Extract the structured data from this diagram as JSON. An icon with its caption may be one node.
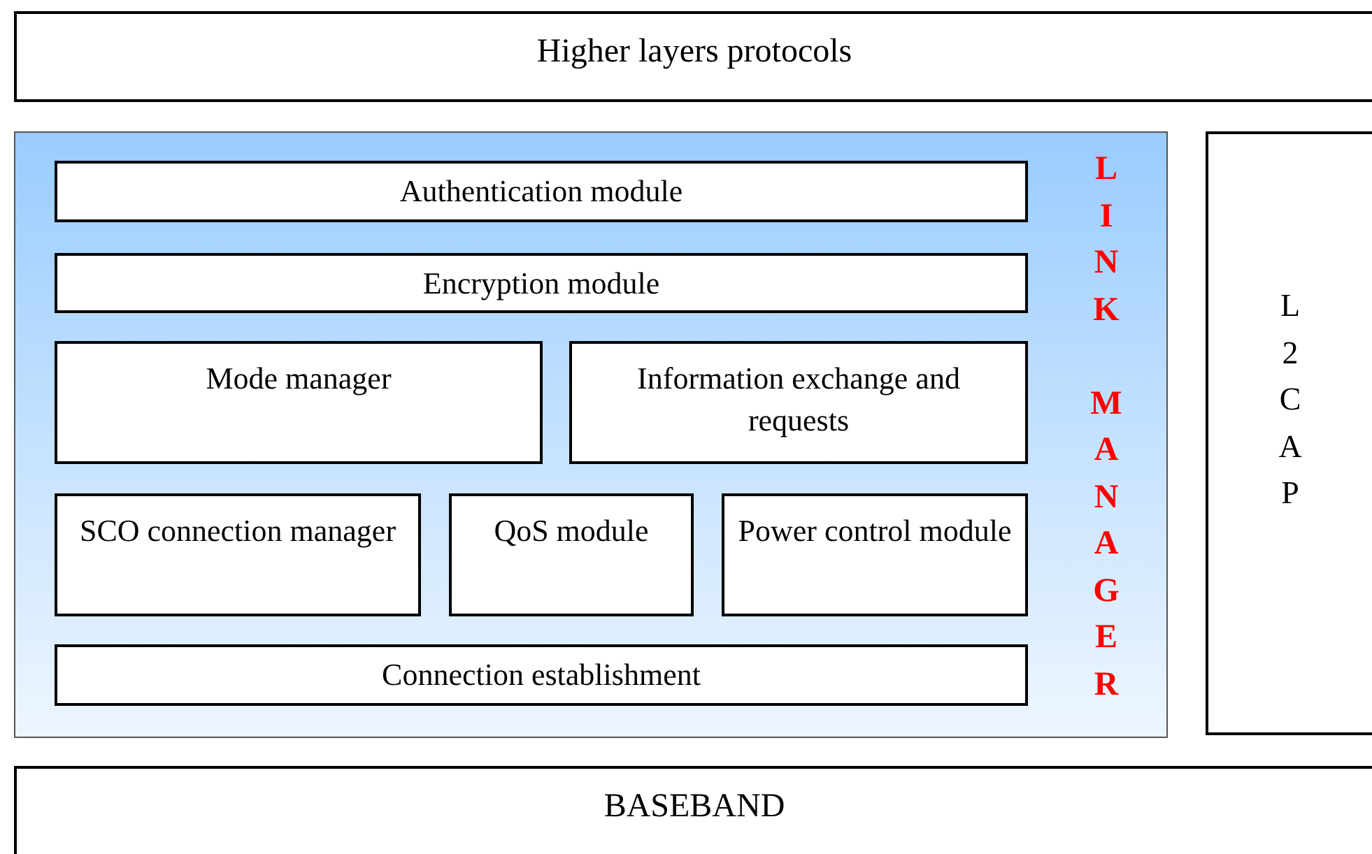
{
  "diagram": {
    "nodes": [
      {
        "text": [
          "Higher layers protocols"
        ]
      },
      {
        "text": [
          "LINK MANAGER"
        ]
      },
      {
        "text": [
          "Authentication module"
        ],
        "in": 1
      },
      {
        "text": [
          "Encryption module"
        ],
        "in": 1
      },
      {
        "text": [
          "Mode manager"
        ],
        "in": 1
      },
      {
        "text": [
          "Information exchange and requests"
        ],
        "in": 1
      },
      {
        "text": [
          "SCO connection manager"
        ],
        "in": 1
      },
      {
        "text": [
          "QoS module"
        ],
        "in": 1
      },
      {
        "text": [
          "Power control module"
        ],
        "in": 1
      },
      {
        "text": [
          "Connection establishment"
        ],
        "in": 1
      },
      {
        "text": [
          "L2CAP"
        ]
      },
      {
        "text": [
          "BASEBAND"
        ]
      }
    ]
  }
}
